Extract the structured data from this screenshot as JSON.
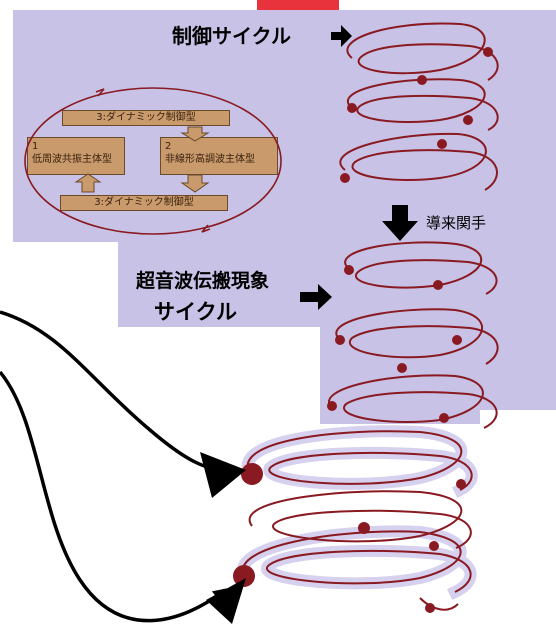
{
  "colors": {
    "panel": "#c8c3e6",
    "accent_top": "#e8323c",
    "spiral": "#8a1a22",
    "box_fill": "#c99a6b",
    "box_border": "#6b4a2a",
    "arrow": "#000000"
  },
  "labels": {
    "control_cycle": "制御サイクル",
    "transfer_function": "導来関手",
    "ultrasonic_line1": "超音波伝搬現象",
    "ultrasonic_line2": "サイクル"
  },
  "inner_diagram": {
    "top_box": "3:ダイナミック制御型",
    "left_box_num": "1",
    "left_box_text": "低周波共振主体型",
    "right_box_num": "2",
    "right_box_text": "非線形高調波主体型",
    "bottom_box": "3:ダイナミック制御型"
  }
}
